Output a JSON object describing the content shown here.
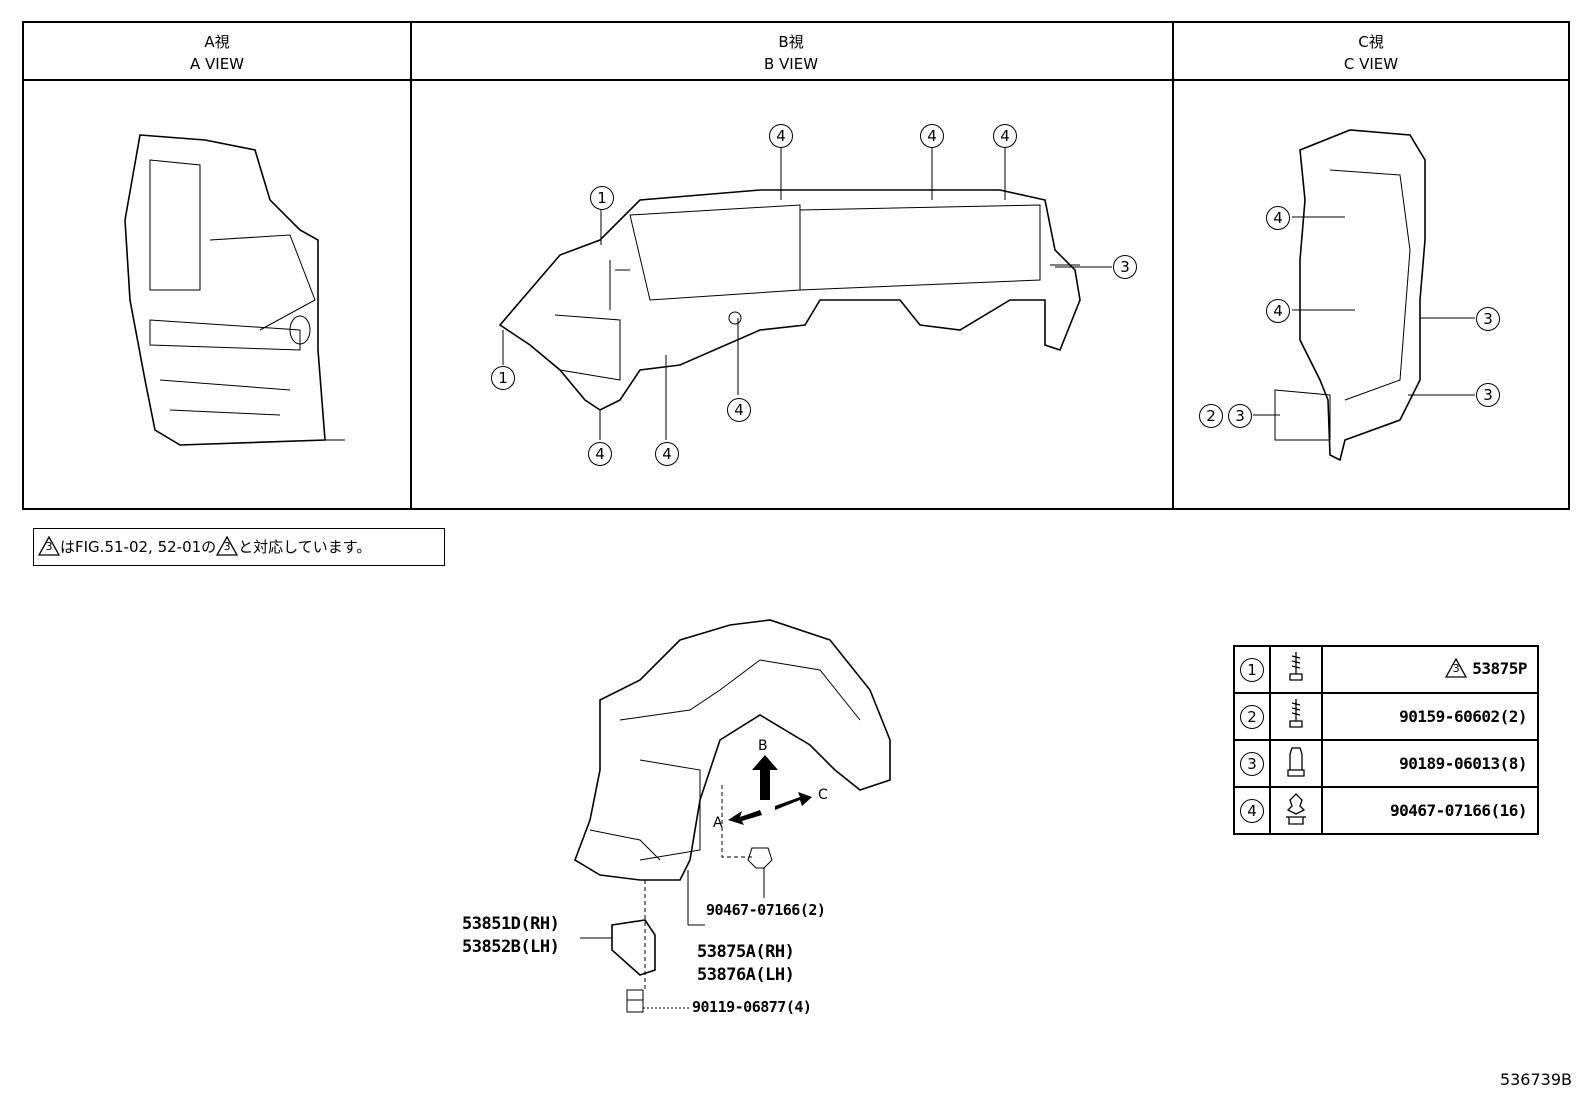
{
  "views": [
    {
      "jp": "A視",
      "en": "A VIEW"
    },
    {
      "jp": "B視",
      "en": "B VIEW"
    },
    {
      "jp": "C視",
      "en": "C VIEW"
    }
  ],
  "callouts": {
    "one": "1",
    "two": "2",
    "three": "3",
    "four": "4"
  },
  "note": {
    "triangle_num": "3",
    "part1": "はFIG.51-02, 52-01の",
    "part2": "と対応しています。"
  },
  "legend": [
    {
      "num": "1",
      "icon": "screw-icon",
      "part": "53875P",
      "has_triangle": true
    },
    {
      "num": "2",
      "icon": "screw-icon",
      "part": "90159-60602(2)"
    },
    {
      "num": "3",
      "icon": "nut-icon",
      "part": "90189-06013(8)"
    },
    {
      "num": "4",
      "icon": "clip-icon",
      "part": "90467-07166(16)"
    }
  ],
  "arrows": {
    "a": "A",
    "b": "B",
    "c": "C"
  },
  "parts": {
    "bracket_rh": "53851D(RH)",
    "bracket_lh": "53852B(LH)",
    "liner_rh": "53875A(RH)",
    "liner_lh": "53876A(LH)",
    "clip": "90467-07166(2)",
    "bolt": "90119-06877(4)"
  },
  "figure_id": "536739B"
}
